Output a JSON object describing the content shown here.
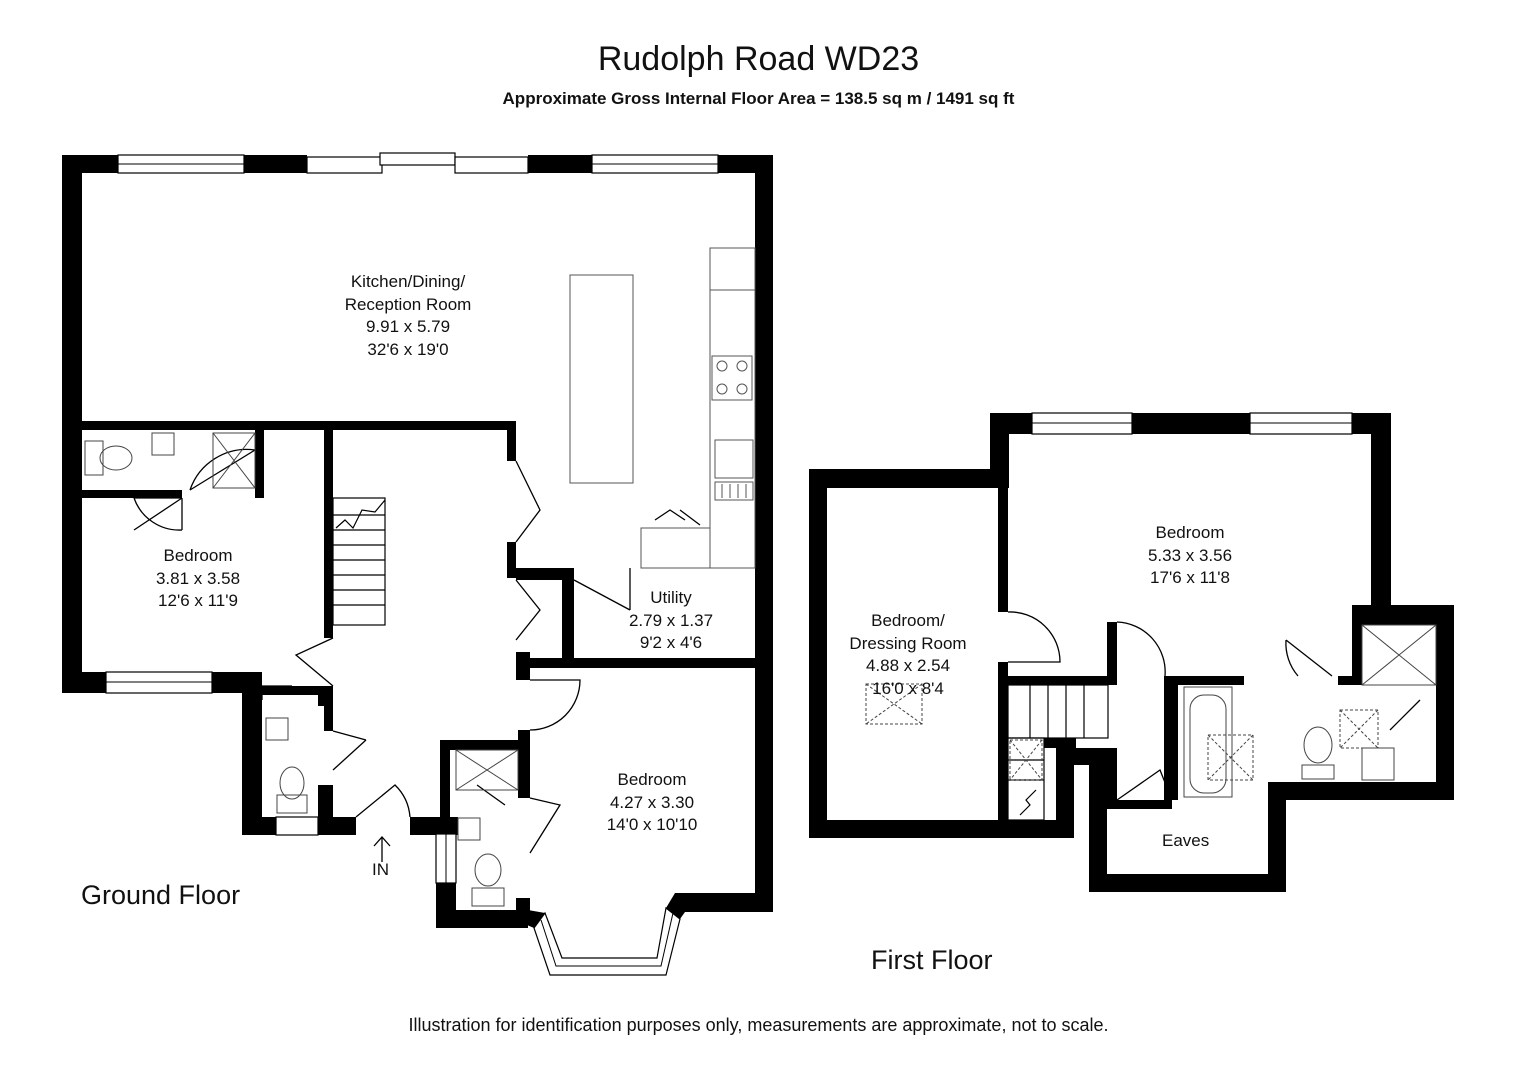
{
  "header": {
    "title": "Rudolph Road WD23",
    "area": "Approximate Gross Internal Floor Area  = 138.5 sq m / 1491 sq ft"
  },
  "ground_floor": {
    "label": "Ground Floor",
    "entrance": "IN",
    "rooms": {
      "kitchen": {
        "name1": "Kitchen/Dining/",
        "name2": "Reception Room",
        "metric": "9.91 x 5.79",
        "imperial": "32'6 x 19'0"
      },
      "bedroom_left": {
        "name": "Bedroom",
        "metric": "3.81 x 3.58",
        "imperial": "12'6 x 11'9"
      },
      "utility": {
        "name": "Utility",
        "metric": "2.79 x 1.37",
        "imperial": "9'2 x 4'6"
      },
      "bedroom_front": {
        "name": "Bedroom",
        "metric": "4.27 x 3.30",
        "imperial": "14'0 x 10'10"
      }
    }
  },
  "first_floor": {
    "label": "First Floor",
    "rooms": {
      "dressing": {
        "name1": "Bedroom/",
        "name2": "Dressing Room",
        "metric": "4.88 x 2.54",
        "imperial": "16'0 x 8'4"
      },
      "bedroom": {
        "name": "Bedroom",
        "metric": "5.33 x 3.56",
        "imperial": "17'6 x 11'8"
      },
      "eaves": {
        "name": "Eaves"
      }
    }
  },
  "footer": {
    "disclaimer": "Illustration for identification purposes only, measurements are approximate, not to scale."
  },
  "colors": {
    "wall": "#000000",
    "fixture": "#555555",
    "background": "#ffffff"
  }
}
